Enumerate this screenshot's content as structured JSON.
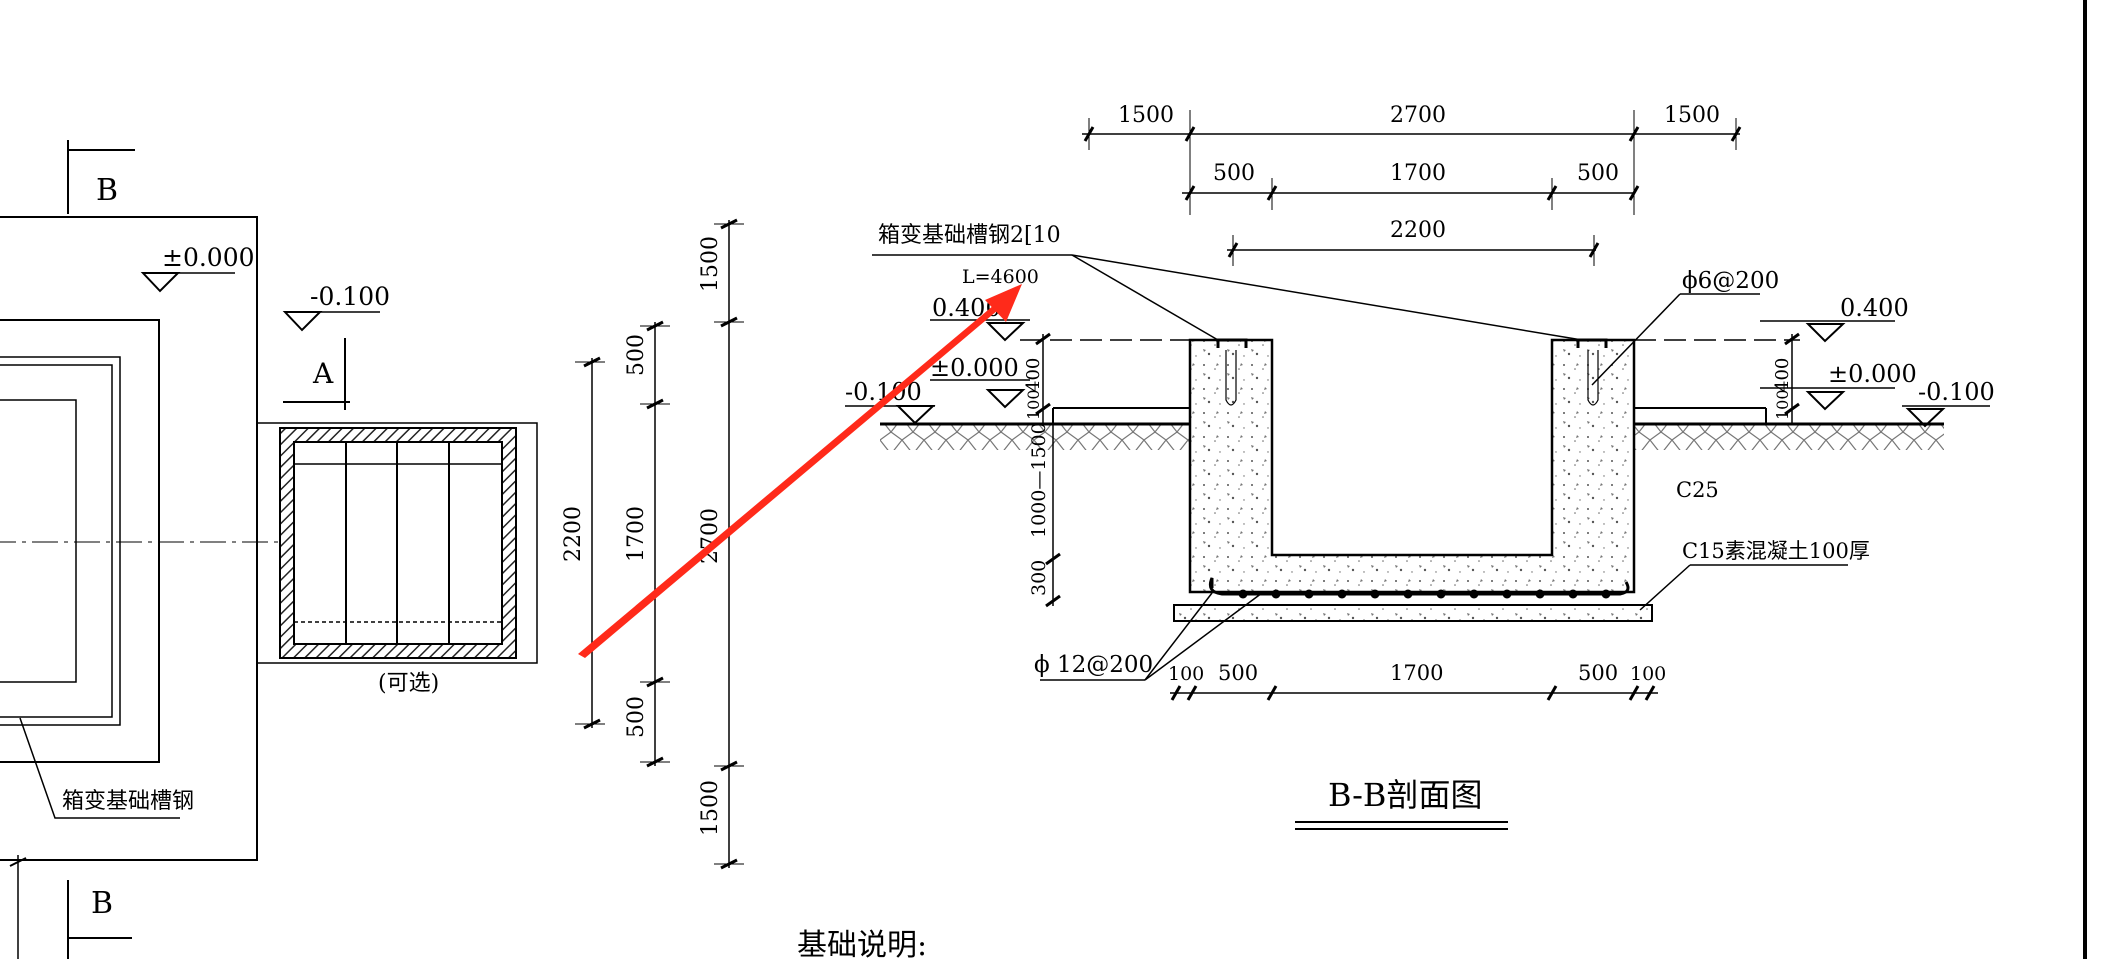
{
  "plan": {
    "section_mark_top": "B",
    "section_mark_bottom": "B",
    "section_mark_a": "A",
    "elev_ground": "±0.000",
    "elev_outside": "-0.100",
    "optional_note": "(可选)",
    "channel_label": "箱变基础槽钢"
  },
  "vertical_dims": {
    "outer": [
      "1500",
      "2700",
      "1500"
    ],
    "inner": [
      "500",
      "1700",
      "500"
    ],
    "total": "2200"
  },
  "section": {
    "top_dims": [
      "1500",
      "2700",
      "1500"
    ],
    "second_dims": [
      "500",
      "1700",
      "500"
    ],
    "third_dim": "2200",
    "channel_note_line1": "箱变基础槽钢2[10",
    "channel_note_line2": "L=4600",
    "elev_left_top": "0.400",
    "elev_left_zero": "±0.000",
    "elev_left_low": "-0.100",
    "elev_right_top": "0.400",
    "elev_right_zero": "±0.000",
    "elev_right_low": "-0.100",
    "dim_400_left": "400",
    "dim_100_left": "100",
    "dim_400_right": "400",
    "dim_100_right": "100",
    "dim_depth": "1000—1500",
    "dim_slab": "300",
    "rebar_top": "ϕ6@200",
    "rebar_bottom": "ϕ 12@200",
    "concrete": "C25",
    "cushion": "C15素混凝土100厚",
    "bottom_dims": [
      "100",
      "500",
      "1700",
      "500",
      "100"
    ],
    "title": "B-B剖面图"
  },
  "notes_heading": "基础说明:",
  "colors": {
    "line": "#000000",
    "arrow": "#ff2a1a",
    "hatch": "#333333"
  }
}
